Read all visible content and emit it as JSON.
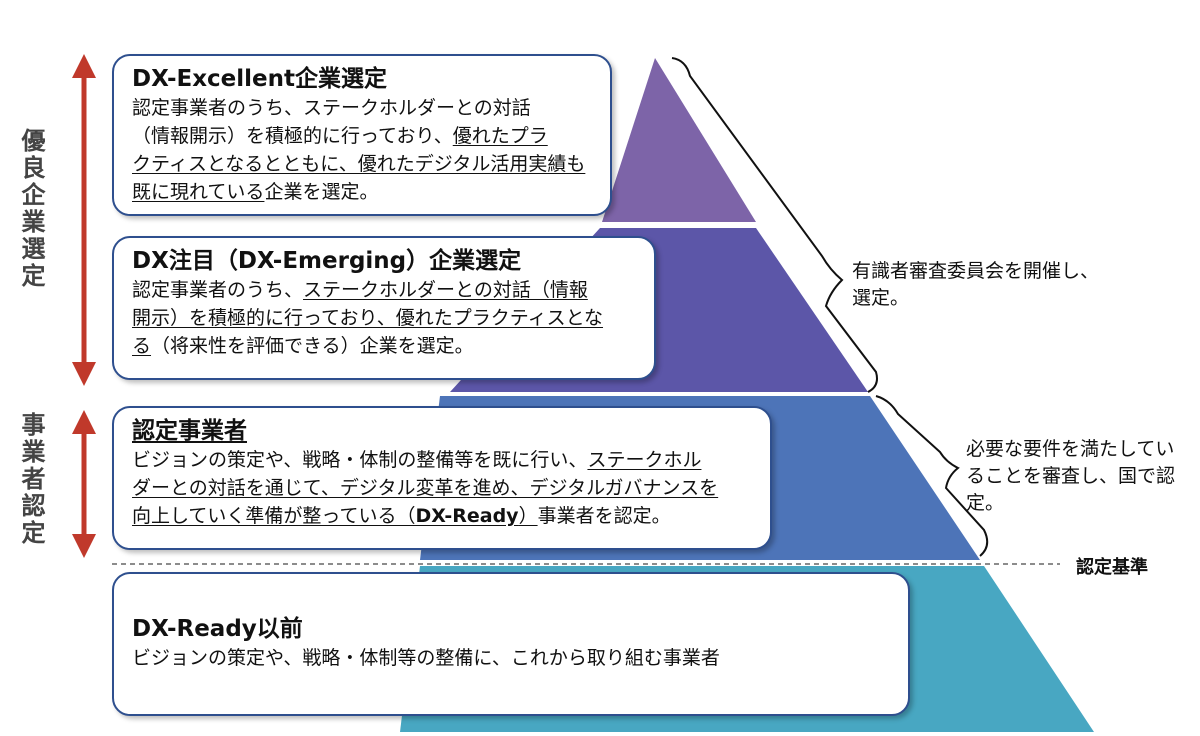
{
  "side_labels": {
    "upper": "優良企業選定",
    "lower": "事業者認定"
  },
  "boxes": {
    "excellent": {
      "title": "DX-Excellent企業選定",
      "desc_lines": [
        [
          "認定事業者のうち、ステークホルダーとの対話"
        ],
        [
          "（情報開示）を積極的に行っており、",
          "優れたプラ"
        ],
        [
          "クティスとなるとともに、優れたデジタル活用実績も"
        ],
        [
          "既に現れている",
          "企業を選定。"
        ]
      ]
    },
    "emerging": {
      "title": "DX注目（DX-Emerging）企業選定",
      "desc_lines": [
        [
          "認定事業者のうち、",
          "ステークホルダーとの対話（情報"
        ],
        [
          "開示）を積極的に行っており、優れたプラクティスとな"
        ],
        [
          "る",
          "（将来性を評価できる）企業を選定。"
        ]
      ]
    },
    "certified": {
      "title": "認定事業者",
      "desc_lines": [
        [
          "ビジョンの策定や、戦略・体制の整備等を既に行い、",
          "ステークホル"
        ],
        [
          "ダーとの対話を通じて、デジタル変革を進め、デジタルガバナンスを"
        ],
        [
          "向上していく準備が整っている（",
          "DX-Ready",
          "）",
          "事業者を認定。"
        ]
      ]
    },
    "pre": {
      "title": "DX-Ready以前",
      "desc": "ビジョンの策定や、戦略・体制等の整備に、これから取り組む事業者"
    }
  },
  "notes": {
    "committee": [
      "有識者審査委員会を開催し、",
      "選定。"
    ],
    "state": [
      "必要な要件を満たしてい",
      "ることを審査し、国で認",
      "定。"
    ]
  },
  "criteria_label": "認定基準",
  "colors": {
    "tier_top": "#7d64a8",
    "tier_second": "#5c56a8",
    "tier_third": "#4d74b8",
    "tier_base": "#48a7c2",
    "arrow": "#c0392b",
    "box_border": "#2e4f8e"
  }
}
